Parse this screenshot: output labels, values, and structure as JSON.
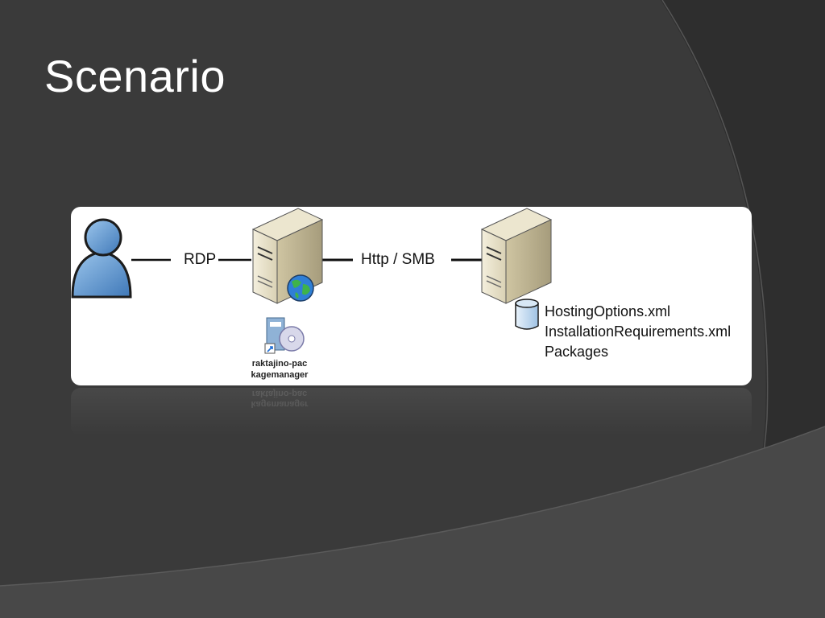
{
  "slide": {
    "title": "Scenario"
  },
  "diagram": {
    "connection_rdp": "RDP",
    "connection_http": "Http / SMB",
    "package_manager_label_line1": "raktajino-pac",
    "package_manager_label_line2": "kagemanager",
    "files": [
      "HostingOptions.xml",
      "InstallationRequirements.xml",
      "Packages"
    ],
    "icons": [
      "user-icon",
      "web-server-icon",
      "globe-icon",
      "installer-icon",
      "file-server-icon",
      "database-icon"
    ]
  },
  "colors": {
    "background": "#3a3a3a",
    "background_arc": "#2f2f2f",
    "background_bottom": "#4a4a4a",
    "title": "#ffffff",
    "panel": "#ffffff"
  }
}
